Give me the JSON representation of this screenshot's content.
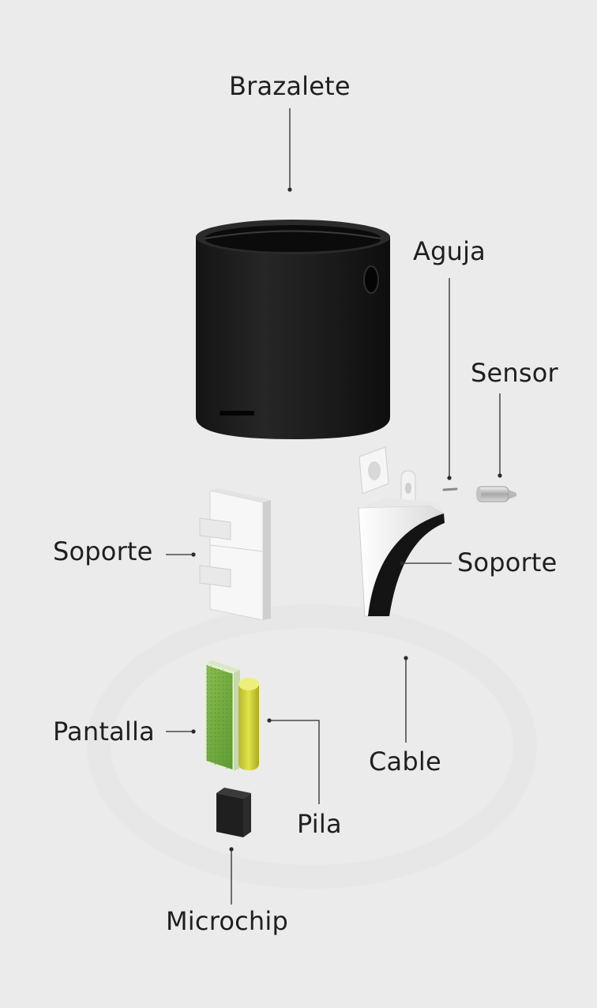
{
  "diagram": {
    "labels": {
      "brazalete": "Brazalete",
      "aguja": "Aguja",
      "sensor": "Sensor",
      "soporte_left": "Soporte",
      "soporte_right": "Soporte",
      "pantalla": "Pantalla",
      "cable": "Cable",
      "pila": "Pila",
      "microchip": "Microchip"
    },
    "colors": {
      "background": "#ebebeb",
      "leader": "#2a2a2a",
      "bracelet": "#1c1c1c",
      "support": "#f4f4f4",
      "pcb": "#7fb24a",
      "battery": "#d6d63c",
      "chip": "#222222"
    }
  }
}
